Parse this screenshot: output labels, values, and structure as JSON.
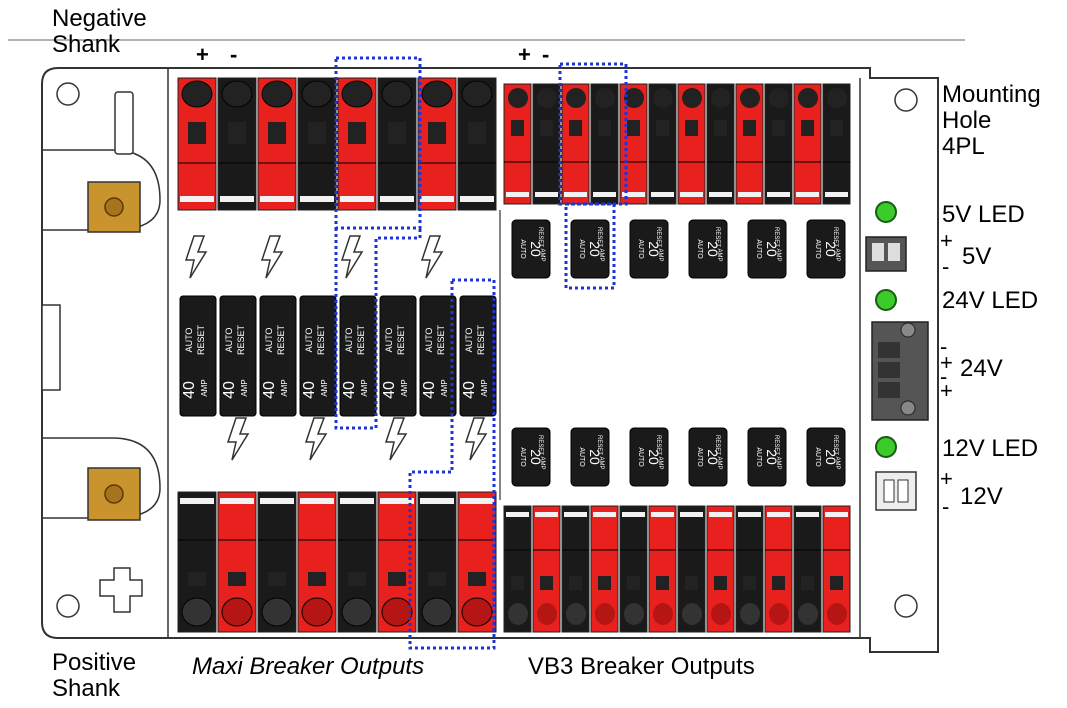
{
  "labels": {
    "negative_shank": "Negative\nShank",
    "positive_shank": "Positive\nShank",
    "mounting_hole": "Mounting\nHole\n4PL",
    "maxi_outputs": "Maxi Breaker Outputs",
    "vb3_outputs": "VB3 Breaker Outputs",
    "led_5v": "5V LED",
    "led_24v": "24V LED",
    "led_12v": "12V LED",
    "v5": "5V",
    "v24": "24V",
    "v12": "12V"
  },
  "polarity": {
    "maxi_plus": "+",
    "maxi_minus": "-",
    "vb3_plus": "+",
    "vb3_minus": "-",
    "p5_plus": "+",
    "p5_minus": "-",
    "p24_minus_a": "-",
    "p24_plus_a": "+",
    "p24_minus_b": "-",
    "p24_plus_b": "+",
    "p12_plus": "+",
    "p12_minus": "-"
  },
  "maxi_breaker": {
    "count": 8,
    "top_text": "AUTO",
    "top_text2": "RESET",
    "rating": "40",
    "unit": "AMP"
  },
  "vb3_breaker": {
    "count_per_row": 6,
    "text": "AUTO",
    "text2": "RESET",
    "rating": "20",
    "unit": "AMP"
  },
  "colors": {
    "red": "#e8211e",
    "black": "#1a1a1a",
    "led_green": "#3bcc2a",
    "stud_gold": "#c9932e",
    "highlight_blue": "#1f34d6",
    "panel_line": "#333333"
  }
}
